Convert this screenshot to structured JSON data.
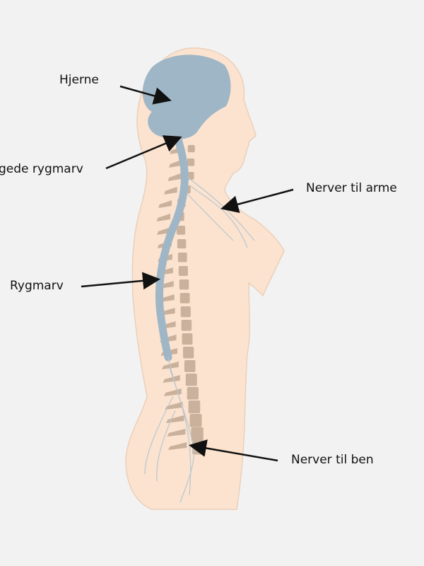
{
  "labels": {
    "brain": "Hjerne",
    "medulla": "gede rygmarv",
    "arm_nerves": "Nerver til arme",
    "spinal_cord": "Rygmarv",
    "leg_nerves": "Nerver til ben"
  },
  "colors": {
    "background": "#f2f2f2",
    "skin": "#fbe3cf",
    "skin_outline": "#ead0bb",
    "brain": "#9fb6c6",
    "vertebra": "#c9b19c",
    "arrow": "#111111"
  }
}
